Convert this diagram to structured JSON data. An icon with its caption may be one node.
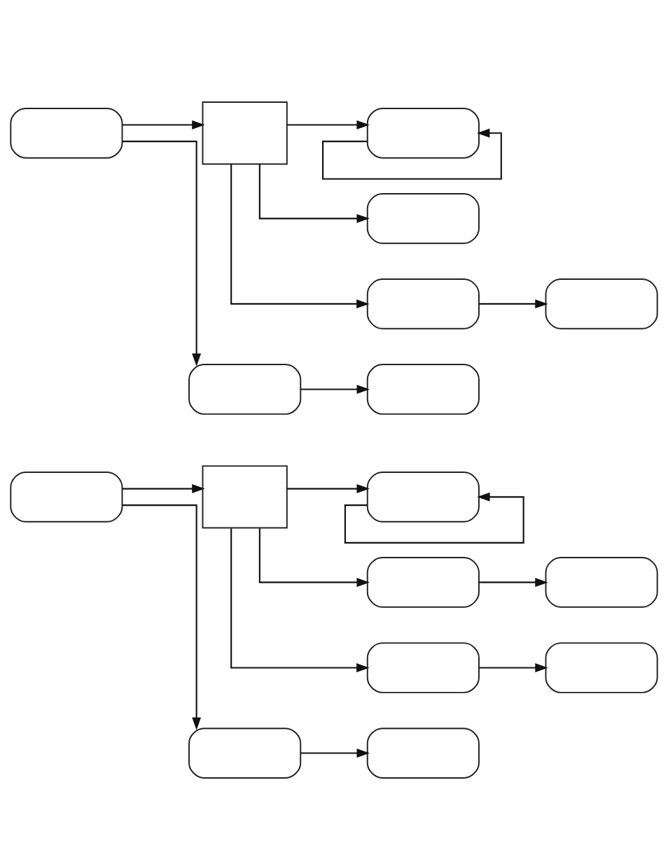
{
  "diagram": {
    "nodes": [
      {
        "text": [],
        "shape": "oval"
      },
      {
        "text": [],
        "shape": "box"
      },
      {
        "text": [],
        "shape": "oval"
      },
      {
        "text": [],
        "shape": "oval"
      },
      {
        "text": [],
        "shape": "oval"
      },
      {
        "text": [],
        "shape": "oval"
      },
      {
        "text": [],
        "shape": "oval"
      },
      {
        "text": [],
        "shape": "oval"
      },
      {
        "text": [],
        "shape": "oval"
      },
      {
        "text": [],
        "shape": "box"
      },
      {
        "text": [],
        "shape": "oval"
      },
      {
        "text": [],
        "shape": "oval"
      },
      {
        "text": [],
        "shape": "oval"
      },
      {
        "text": [],
        "shape": "oval"
      },
      {
        "text": [],
        "shape": "oval"
      },
      {
        "text": [],
        "shape": "oval"
      },
      {
        "text": [],
        "shape": "oval"
      }
    ],
    "edges": [
      {
        "from": 0,
        "to": 1,
        "arrow": "to"
      },
      {
        "from": 0,
        "to": 4,
        "arrow": "to"
      },
      {
        "from": 1,
        "to": 2,
        "arrow": "to"
      },
      {
        "from": 1,
        "to": 3,
        "arrow": "to"
      },
      {
        "from": 1,
        "to": 6,
        "arrow": "to"
      },
      {
        "from": 2,
        "to": 2,
        "arrow": "to"
      },
      {
        "from": 4,
        "to": 5,
        "arrow": "to"
      },
      {
        "from": 6,
        "to": 7,
        "arrow": "to"
      },
      {
        "from": 8,
        "to": 9,
        "arrow": "to"
      },
      {
        "from": 8,
        "to": 13,
        "arrow": "to"
      },
      {
        "from": 9,
        "to": 10,
        "arrow": "to"
      },
      {
        "from": 9,
        "to": 11,
        "arrow": "to"
      },
      {
        "from": 9,
        "to": 15,
        "arrow": "to"
      },
      {
        "from": 10,
        "to": 10,
        "arrow": "to"
      },
      {
        "from": 11,
        "to": 12,
        "arrow": "to"
      },
      {
        "from": 13,
        "to": 14,
        "arrow": "to"
      },
      {
        "from": 15,
        "to": 16,
        "arrow": "to"
      }
    ]
  }
}
